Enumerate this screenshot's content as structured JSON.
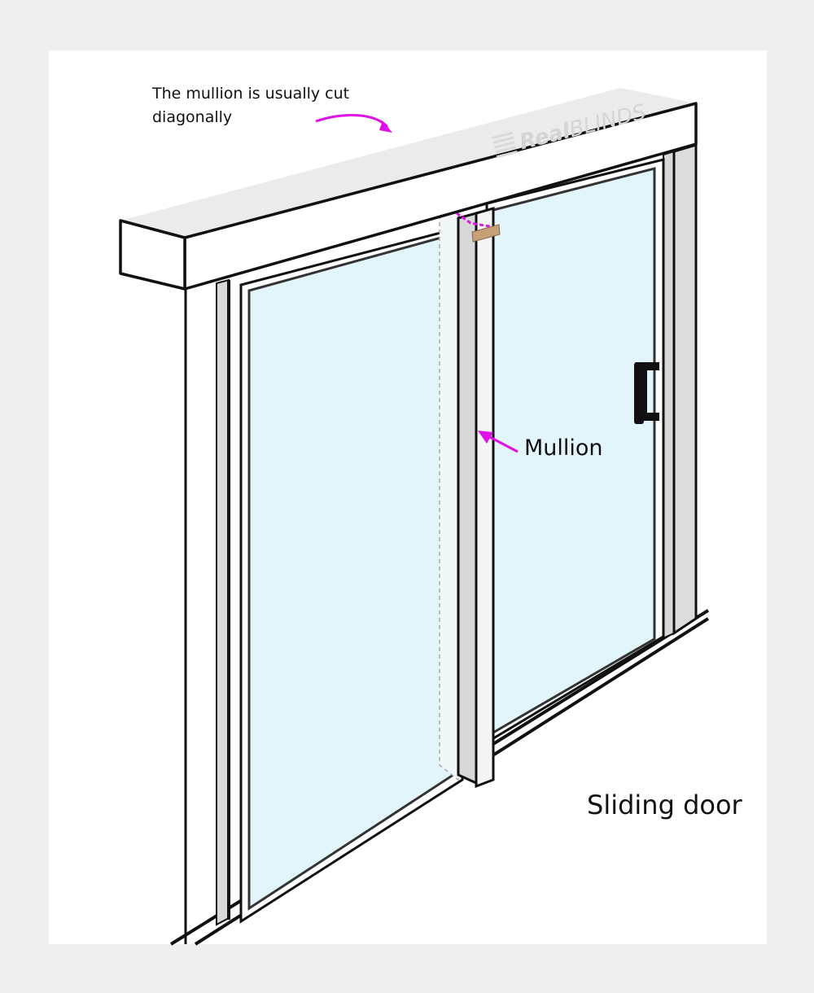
{
  "annotations": {
    "top_note": "The mullion is usually cut diagonally",
    "mullion_label": "Mullion",
    "caption": "Sliding door"
  },
  "watermark": {
    "brand_bold": "Real",
    "brand_light": "BLINDS"
  },
  "colors": {
    "glass": "#e2f5fb",
    "frame_shade": "#d8d8d8",
    "outline": "#111111",
    "accent_arrow": "#e010e8",
    "mullion_tab": "#c6a077",
    "background": "#efefef"
  },
  "icons": {
    "door_handle": "door-handle-icon",
    "watermark_logo": "blinds-logo-icon"
  }
}
